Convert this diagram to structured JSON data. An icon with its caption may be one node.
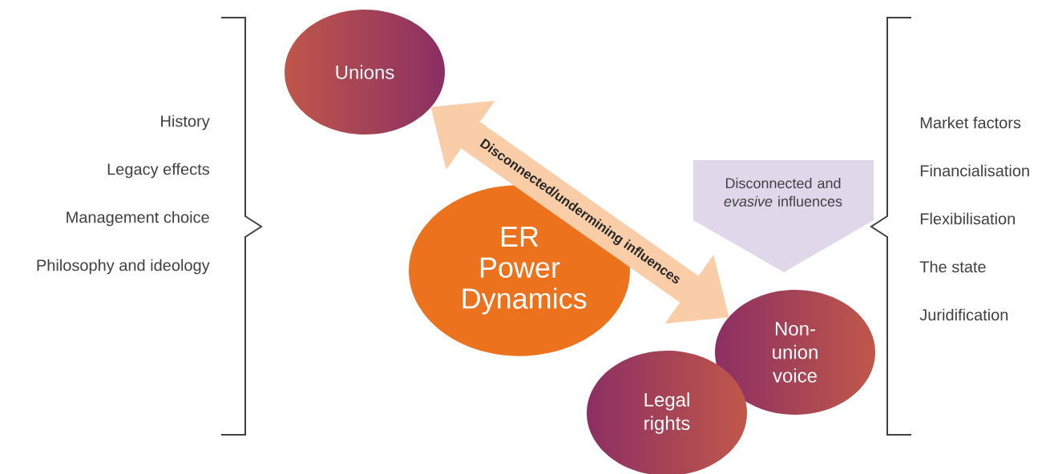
{
  "diagram": {
    "nodes": [
      {
        "text": [
          "Unions"
        ]
      },
      {
        "text": [
          "ER Power Dynamics"
        ]
      },
      {
        "text": [
          "Disconnected and *evasive* influences"
        ]
      },
      {
        "text": [
          "Non-union voice"
        ]
      },
      {
        "text": [
          "Legal rights"
        ]
      }
    ],
    "edges": [
      {
        "from": 0,
        "to": 3,
        "arrow": "both",
        "label": "Disconnected/undermining influences",
        "style": "thick",
        "color": "#f9cda8"
      }
    ],
    "labels": [
      "History",
      "Legacy effects",
      "Management choice",
      "Philosophy and ideology",
      "Market factors",
      "Financialisation",
      "Flexibilisation",
      "The state",
      "Juridification"
    ]
  }
}
